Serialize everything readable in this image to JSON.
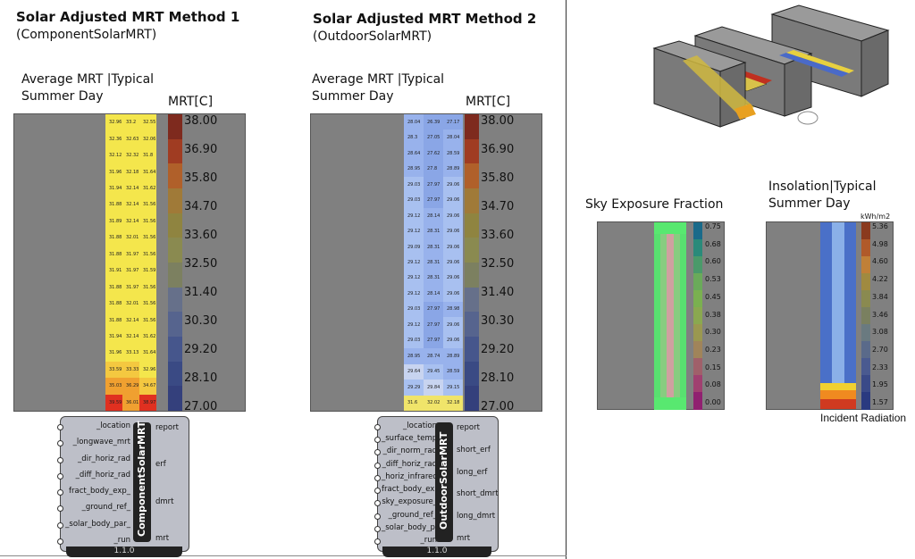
{
  "method1": {
    "title": "Solar Adjusted MRT Method 1",
    "subtitle": "(ComponentSolarMRT)",
    "chart_title_1": "Average MRT |Typical",
    "chart_title_2": "Summer Day",
    "legend_title": "MRT[C]",
    "legend_values": [
      "38.00",
      "36.90",
      "35.80",
      "34.70",
      "33.60",
      "32.50",
      "31.40",
      "30.30",
      "29.20",
      "28.10",
      "27.00"
    ],
    "grid_col1": [
      "32.96",
      "32.36",
      "32.12",
      "31.96",
      "31.94",
      "31.88",
      "31.89",
      "31.88",
      "31.88",
      "31.91",
      "31.88",
      "31.88",
      "31.88",
      "31.94",
      "31.96",
      "33.59",
      "35.03",
      "39.59"
    ],
    "grid_col2": [
      "33.2",
      "32.63",
      "32.32",
      "32.18",
      "32.14",
      "32.14",
      "32.14",
      "32.01",
      "31.97",
      "31.97",
      "31.97",
      "32.01",
      "32.14",
      "32.14",
      "33.13",
      "33.33",
      "36.29",
      "36.01"
    ],
    "grid_col3": [
      "32.55",
      "32.06",
      "31.8",
      "31.64",
      "31.62",
      "31.56",
      "31.56",
      "31.56",
      "31.56",
      "31.59",
      "31.56",
      "31.56",
      "31.56",
      "31.62",
      "31.64",
      "32.96",
      "34.67",
      "38.97"
    ],
    "component": {
      "name": "ComponentSolarMRT",
      "inputs": [
        "_location",
        "_longwave_mrt",
        "_dir_horiz_rad",
        "_diff_horiz_rad",
        "fract_body_exp_",
        "_ground_ref_",
        "_solar_body_par_",
        "_run"
      ],
      "outputs": [
        "report",
        "erf",
        "dmrt",
        "mrt"
      ],
      "version": "1.1.0"
    }
  },
  "method2": {
    "title": "Solar Adjusted MRT Method 2",
    "subtitle": "(OutdoorSolarMRT)",
    "chart_title_1": "Average MRT |Typical",
    "chart_title_2": "Summer Day",
    "legend_title": "MRT[C]",
    "legend_values": [
      "38.00",
      "36.90",
      "35.80",
      "34.70",
      "33.60",
      "32.50",
      "31.40",
      "30.30",
      "29.20",
      "28.10",
      "27.00"
    ],
    "grid_col1": [
      "28.04",
      "28.3",
      "28.64",
      "28.95",
      "29.03",
      "29.03",
      "29.12",
      "29.12",
      "29.09",
      "29.12",
      "29.12",
      "29.12",
      "29.03",
      "29.12",
      "29.03",
      "28.95",
      "29.64",
      "29.29",
      "31.6"
    ],
    "grid_col2": [
      "26.39",
      "27.05",
      "27.62",
      "27.8",
      "27.97",
      "27.97",
      "28.14",
      "28.31",
      "28.31",
      "28.31",
      "28.31",
      "28.14",
      "27.97",
      "27.97",
      "27.97",
      "28.74",
      "29.45",
      "29.84",
      "32.02"
    ],
    "grid_col3": [
      "27.17",
      "28.04",
      "28.59",
      "28.89",
      "29.06",
      "29.06",
      "29.06",
      "29.06",
      "29.06",
      "29.06",
      "29.06",
      "29.06",
      "28.98",
      "29.06",
      "29.06",
      "28.89",
      "28.59",
      "29.15",
      "32.18"
    ],
    "component": {
      "name": "OutdoorSolarMRT",
      "inputs": [
        "_location",
        "_surface_temp",
        "_dir_norm_rad",
        "_diff_horiz_rad",
        "_horiz_infrared",
        "fract_body_exp_",
        "sky_exposure_",
        "_ground_ref_",
        "_solar_body_par_",
        "_run"
      ],
      "outputs": [
        "report",
        "short_erf",
        "long_erf",
        "short_dmrt",
        "long_dmrt",
        "mrt"
      ],
      "version": "1.1.0"
    }
  },
  "sky": {
    "title": "Sky Exposure Fraction",
    "legend_values": [
      "0.75",
      "0.68",
      "0.60",
      "0.53",
      "0.45",
      "0.38",
      "0.30",
      "0.23",
      "0.15",
      "0.08",
      "0.00"
    ]
  },
  "insolation": {
    "title_1": "Insolation|Typical",
    "title_2": "Summer Day",
    "unit": "kWh/m2",
    "legend_values": [
      "5.36",
      "4.98",
      "4.60",
      "4.22",
      "3.84",
      "3.46",
      "3.08",
      "2.70",
      "2.33",
      "1.95",
      "1.57"
    ],
    "caption": "Incident Radiation"
  },
  "colors": {
    "panel_gray": "#808080",
    "mrt_ramp": [
      "#7e2a1e",
      "#b04820",
      "#c07a2e",
      "#a08a40",
      "#8a8a4c",
      "#8a8a5c",
      "#707a80",
      "#5a6a88",
      "#4a5a8a",
      "#3a4a88",
      "#2a3a80"
    ],
    "yellow_cell": "#f6e84a",
    "blue_cell": "#a8c0f0"
  }
}
